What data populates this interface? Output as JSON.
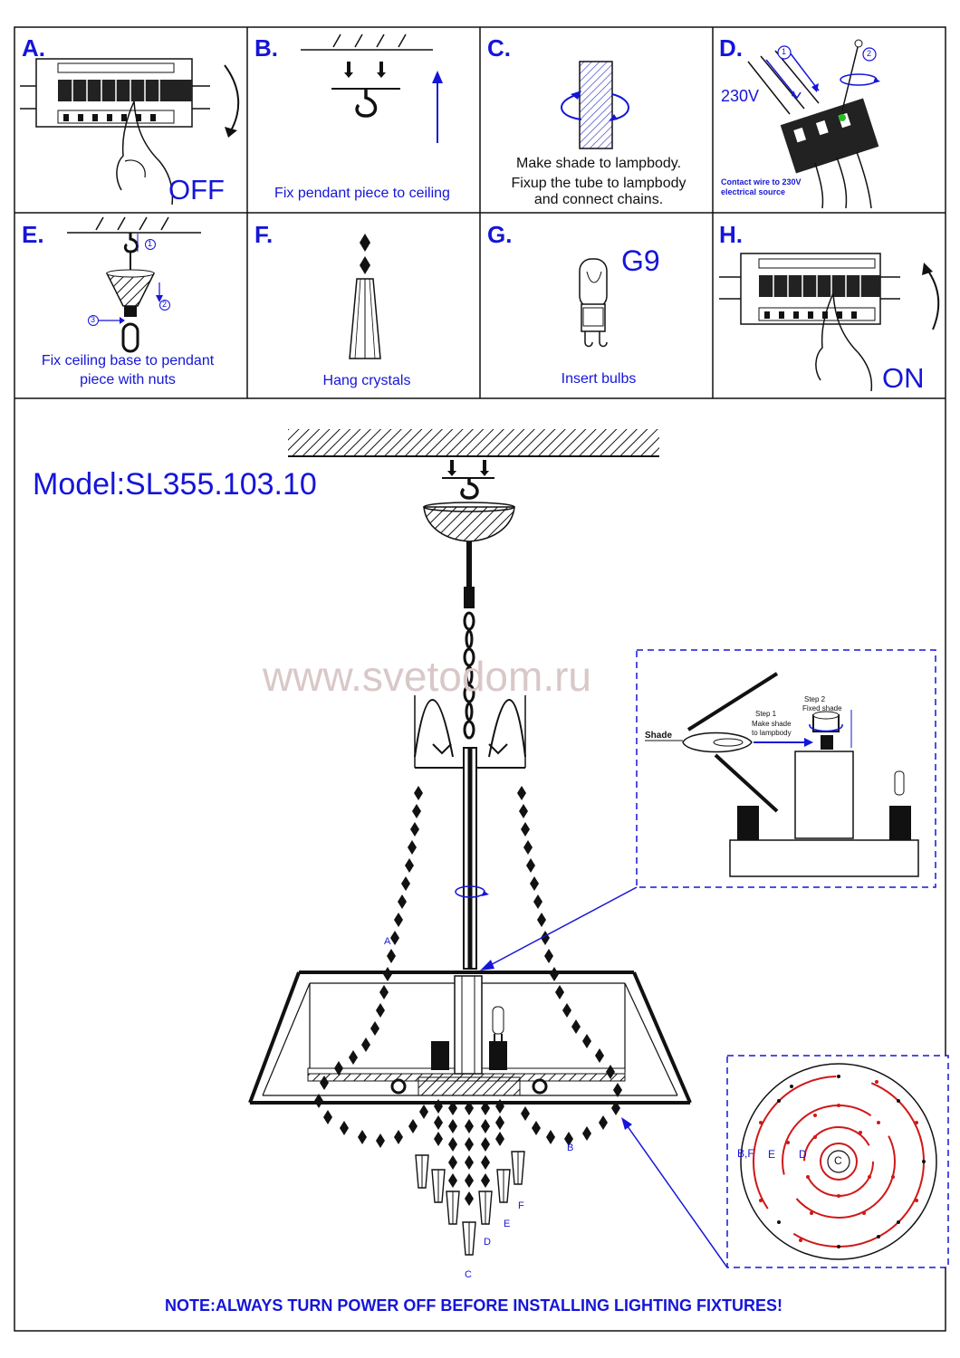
{
  "panels": [
    {
      "letter": "A.",
      "caption": "",
      "status": "OFF"
    },
    {
      "letter": "B.",
      "caption": "Fix pendant piece to ceiling"
    },
    {
      "letter": "C.",
      "caption_line1": "Make shade to lampbody.",
      "caption_line2": "Fixup the tube to lampbody",
      "caption_line3": "and connect chains."
    },
    {
      "letter": "D.",
      "voltage": "230V",
      "note_line1": "Contact wire to 230V",
      "note_line2": "electrical source",
      "step1": "1",
      "step2": "2"
    },
    {
      "letter": "E.",
      "caption_line1": "Fix ceiling base to pendant",
      "caption_line2": "piece with nuts",
      "step1": "1",
      "step2": "2",
      "step3": "3"
    },
    {
      "letter": "F.",
      "caption": "Hang crystals"
    },
    {
      "letter": "G.",
      "caption": "Insert bulbs",
      "bulb_type": "G9"
    },
    {
      "letter": "H.",
      "caption": "",
      "status": "ON"
    }
  ],
  "main": {
    "model": "Model:SL355.103.10",
    "watermark": "www.svetodom.ru",
    "note": "NOTE:ALWAYS TURN POWER OFF BEFORE INSTALLING LIGHTING FIXTURES!",
    "inset_shade": {
      "shade_label": "Shade",
      "step1_title": "Step 1",
      "step1_line1": "Make shade",
      "step1_line2": "to lampbody",
      "step2_title": "Step 2",
      "step2_line1": "Fixed shade"
    },
    "crystal_labels": {
      "a": "A",
      "b": "B",
      "c": "C",
      "d": "D",
      "e": "E",
      "f": "F"
    },
    "ring_labels": {
      "bf": "B,F",
      "e": "E",
      "d": "D",
      "c": "C"
    }
  },
  "colors": {
    "accent": "#1515d8",
    "ring": "#d01818",
    "line": "#111111",
    "watermark": "#d9c8c8"
  }
}
